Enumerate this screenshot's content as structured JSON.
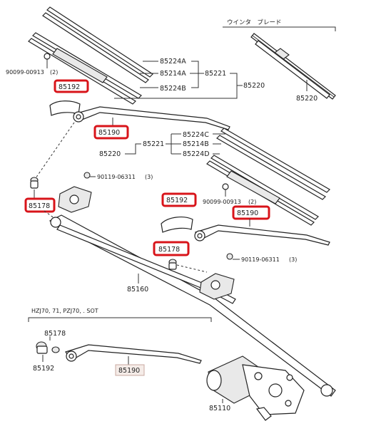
{
  "section_title": "ウインタ　ブレード",
  "variant_note": "HZJ70, 71, PZJ70, . SOT",
  "parts": {
    "p85224A": "85224A",
    "p85214A": "85214A",
    "p85221_top": "85221",
    "p85224B": "85224B",
    "p85220_top": "85220",
    "p90099_top": "90099-00913",
    "p90099_top_qty": "(2)",
    "p85192_top": "85192",
    "p85190_top": "85190",
    "p85220_blade": "85220",
    "p85224C": "85224C",
    "p85221_mid": "85221",
    "p85214B": "85214B",
    "p85220_mid": "85220",
    "p85224D": "85224D",
    "p90119_top": "90119-06311",
    "p90119_top_qty": "(3)",
    "p85178_left": "85178",
    "p85192_right": "85192",
    "p90099_mid": "90099-00913",
    "p90099_mid_qty": "(2)",
    "p85190_right": "85190",
    "p85178_right": "85178",
    "p90119_right": "90119-06311",
    "p90119_right_qty": "(3)",
    "p85160": "85160",
    "p85178_var": "85178",
    "p85192_var": "85192",
    "p85190_var": "85190",
    "p85110": "85110"
  },
  "highlight_color": "#d8141a"
}
